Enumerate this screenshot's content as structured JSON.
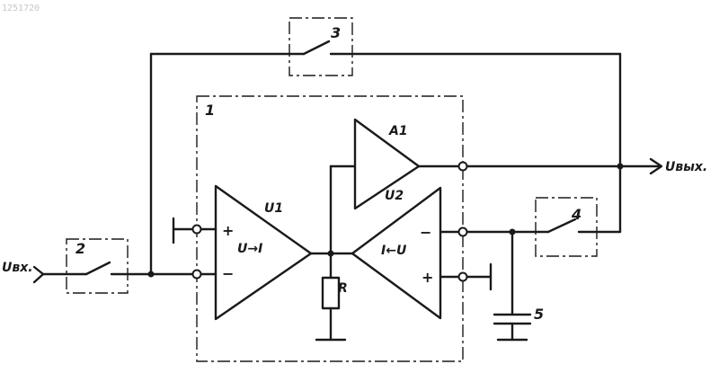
{
  "doc_id": "1251720",
  "labels": {
    "block": "1",
    "sw_in": "2",
    "sw_fb": "3",
    "sw_out": "4",
    "cap": "5",
    "amp": "A1",
    "conv_vi": "U1",
    "conv_iv": "U2",
    "conv_vi_fn": "U→I",
    "conv_iv_fn": "I←U",
    "resistor": "R",
    "input": "Uвх.",
    "output": "Uвых.",
    "plus": "+",
    "minus": "−"
  }
}
